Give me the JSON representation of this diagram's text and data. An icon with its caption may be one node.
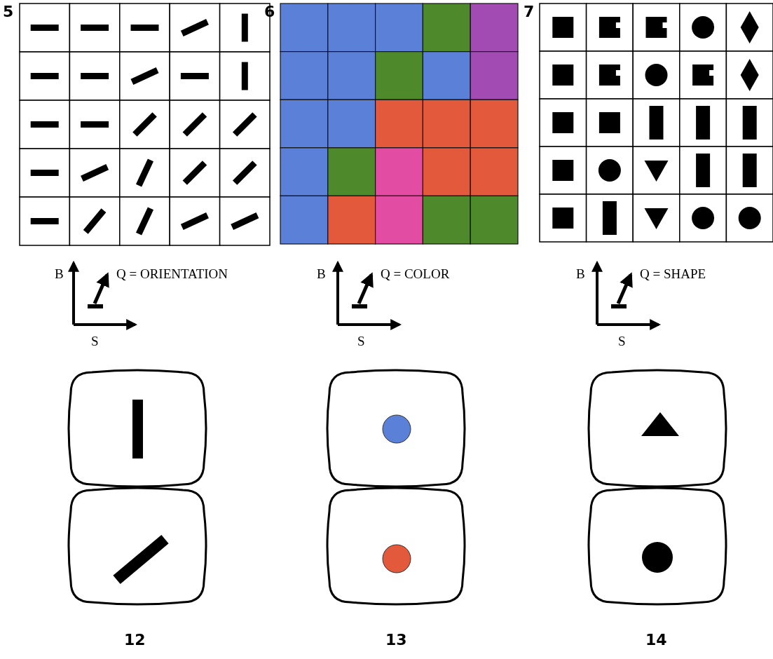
{
  "diagram": {
    "labels": [
      "5",
      "6",
      "7",
      "B",
      "Q = ORIENTATION",
      "S",
      "B",
      "Q = COLOR",
      "S",
      "B",
      "Q = SHAPE",
      "S",
      "12",
      "13",
      "14"
    ]
  }
}
